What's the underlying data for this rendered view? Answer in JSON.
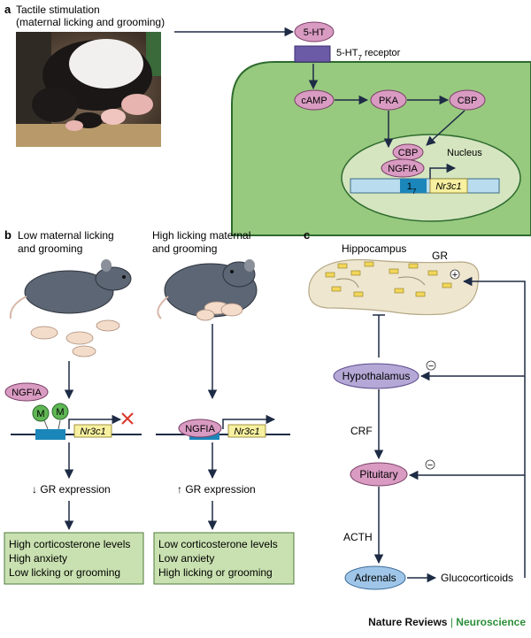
{
  "panel_a": {
    "letter": "a",
    "title_line1": "Tactile stimulation",
    "title_line2": "(maternal licking and grooming)",
    "ht": "5-HT",
    "receptor_prefix": "5-HT",
    "receptor_sub": "7",
    "receptor_suffix": " receptor",
    "camp": "cAMP",
    "pka": "PKA",
    "cbp": "CBP",
    "cbp_nucleus": "CBP",
    "ngfia": "NGFIA",
    "nucleus": "Nucleus",
    "promoter_prefix": "1",
    "promoter_sub": "7",
    "gene": "Nr3c1"
  },
  "panel_b": {
    "letter": "b",
    "low": {
      "title_line1": "Low maternal licking",
      "title_line2": "and grooming",
      "ngfia": "NGFIA",
      "methyl1": "M",
      "methyl2": "M",
      "gene": "Nr3c1",
      "arrow": "↓",
      "expression": "GR expression",
      "outcomes": [
        "High corticosterone levels",
        "High anxiety",
        "Low licking or grooming"
      ]
    },
    "high": {
      "title_line1": "High licking maternal",
      "title_line2": "and grooming",
      "ngfia": "NGFIA",
      "gene": "Nr3c1",
      "arrow": "↑",
      "expression": "GR expression",
      "outcomes": [
        "Low corticosterone levels",
        "Low anxiety",
        "High licking or grooming"
      ]
    }
  },
  "panel_c": {
    "letter": "c",
    "hippocampus": "Hippocampus",
    "gr": "GR",
    "plus": "+",
    "minus1": "−",
    "minus2": "−",
    "hypothalamus": "Hypothalamus",
    "crf": "CRF",
    "pituitary": "Pituitary",
    "acth": "ACTH",
    "adrenals": "Adrenals",
    "glucocorticoids": "Glucocorticoids"
  },
  "footer": {
    "journal": "Nature Reviews",
    "separator": "|",
    "subject": "Neuroscience"
  },
  "colors": {
    "cell_green": "#97c97f",
    "cell_border": "#2e6b2e",
    "nucleus_green": "#d4e5c0",
    "pink_node": "#d99bc2",
    "purple_receptor": "#6b5aa6",
    "dna_blue": "#b9dcee",
    "dna_dark": "#1b86b9",
    "gene_yellow": "#f7f0a0",
    "outcome_green": "#c9e1b0",
    "methyl_green": "#5fb654",
    "blue_node": "#9fc6e8",
    "brand_green": "#2b8f3a"
  }
}
